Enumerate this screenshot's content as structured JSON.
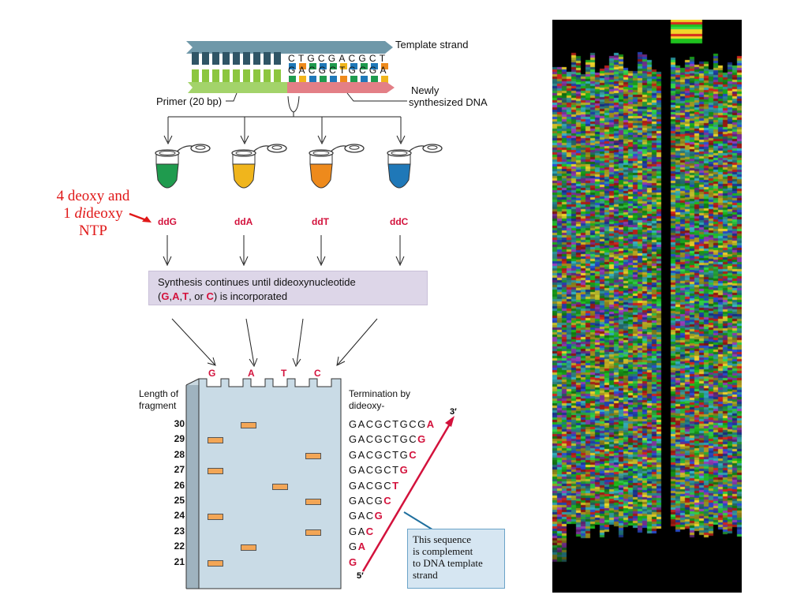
{
  "top": {
    "template_strand_label": "Template strand",
    "template_seq": "CTGCGACGCT",
    "synth_seq": "GACGCTGCGA",
    "primer_label": "Primer (20 bp)",
    "newly_label_1": "Newly",
    "newly_label_2": "synthesized DNA"
  },
  "annotation": {
    "line1": "4 deoxy and",
    "line2_prefix": "1 ",
    "line2_italic": "di",
    "line2_suffix": "deoxy",
    "line3": "NTP"
  },
  "tubes": [
    {
      "label": "ddG",
      "color": "#1f9b4e"
    },
    {
      "label": "ddA",
      "color": "#f0b51c"
    },
    {
      "label": "ddT",
      "color": "#ee8a1c"
    },
    {
      "label": "ddC",
      "color": "#1f78b8"
    }
  ],
  "synthesis_box": {
    "line1": "Synthesis continues until dideoxynucleotide",
    "line2_open": "(",
    "line2_G": "G",
    "line2_sep1": ",",
    "line2_A": "A",
    "line2_sep2": ",",
    "line2_T": "T",
    "line2_sep3": ", or ",
    "line2_C": "C",
    "line2_close": ") is incorporated"
  },
  "gel": {
    "lanes": [
      "G",
      "A",
      "T",
      "C"
    ],
    "length_label_1": "Length of",
    "length_label_2": "fragment",
    "termination_label_1": "Termination by",
    "termination_label_2": "dideoxy-",
    "rows": [
      {
        "length": "30",
        "lane": "A",
        "seq_black": "GACGCTGCG",
        "seq_red": "A"
      },
      {
        "length": "29",
        "lane": "G",
        "seq_black": "GACGCTGC",
        "seq_red": "G"
      },
      {
        "length": "28",
        "lane": "C",
        "seq_black": "GACGCTG",
        "seq_red": "C"
      },
      {
        "length": "27",
        "lane": "G",
        "seq_black": "GACGCT",
        "seq_red": "G"
      },
      {
        "length": "26",
        "lane": "T",
        "seq_black": "GACGC",
        "seq_red": "T"
      },
      {
        "length": "25",
        "lane": "C",
        "seq_black": "GACG",
        "seq_red": "C"
      },
      {
        "length": "24",
        "lane": "G",
        "seq_black": "GAC",
        "seq_red": "G"
      },
      {
        "length": "23",
        "lane": "C",
        "seq_black": "GA",
        "seq_red": "C"
      },
      {
        "length": "22",
        "lane": "A",
        "seq_black": "G",
        "seq_red": "A"
      },
      {
        "length": "21",
        "lane": "G",
        "seq_black": "",
        "seq_red": "G"
      }
    ],
    "three_prime": "3′",
    "five_prime": "5′"
  },
  "note": {
    "line1": "This sequence",
    "line2": "is complement",
    "line3": "to DNA template",
    "line4": "strand"
  }
}
